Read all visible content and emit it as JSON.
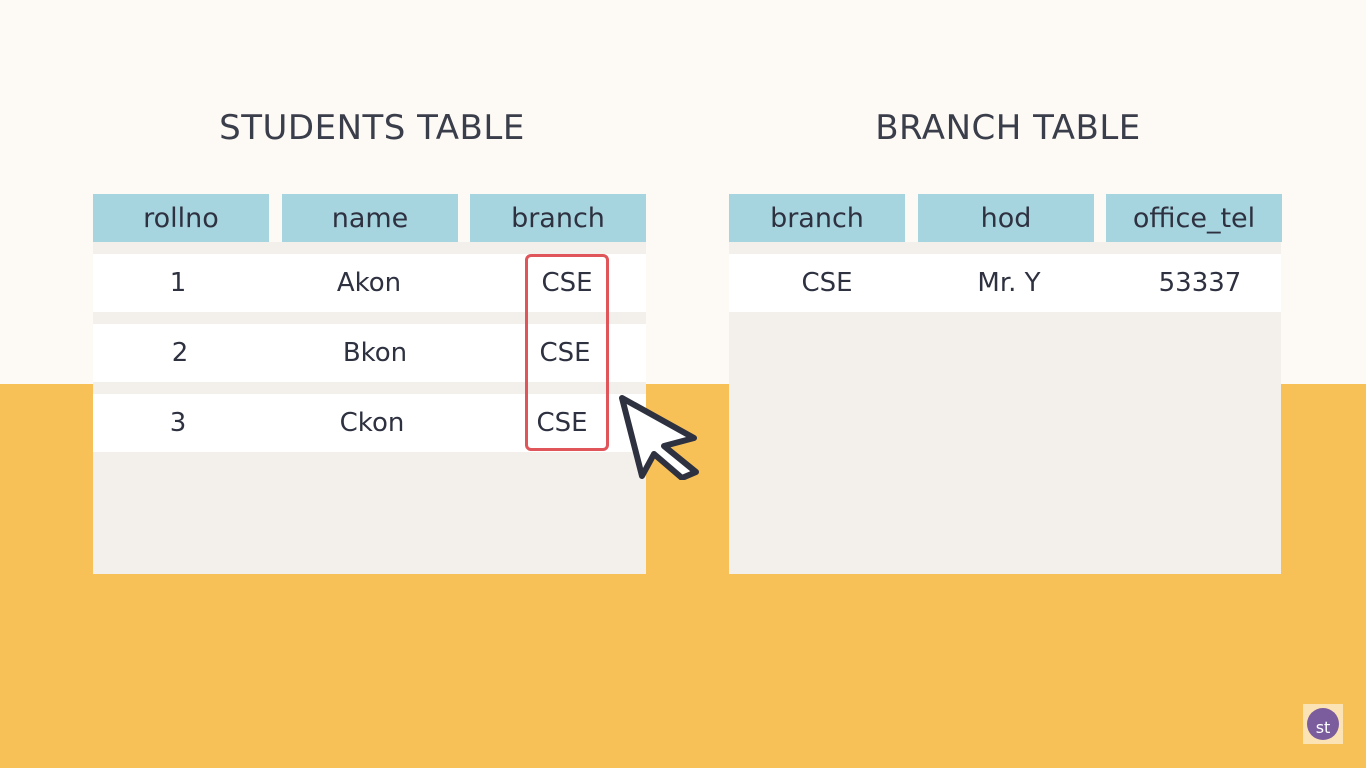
{
  "students": {
    "title": "STUDENTS TABLE",
    "columns": [
      "rollno",
      "name",
      "branch"
    ],
    "rows": [
      [
        "1",
        "Akon",
        "CSE"
      ],
      [
        "2",
        "Bkon",
        "CSE"
      ],
      [
        "3",
        "Ckon",
        "CSE"
      ]
    ]
  },
  "branch": {
    "title": "BRANCH TABLE",
    "columns": [
      "branch",
      "hod",
      "office_tel"
    ],
    "rows": [
      [
        "CSE",
        "Mr. Y",
        "53337"
      ]
    ]
  },
  "logo": {
    "text": "st"
  },
  "colors": {
    "header_bg": "#a6d4df",
    "highlight_border": "#e0555a",
    "bottom_band": "#f8c158",
    "logo_circle": "#7b5d9e"
  },
  "icons": {
    "cursor": "mouse-pointer-icon"
  }
}
